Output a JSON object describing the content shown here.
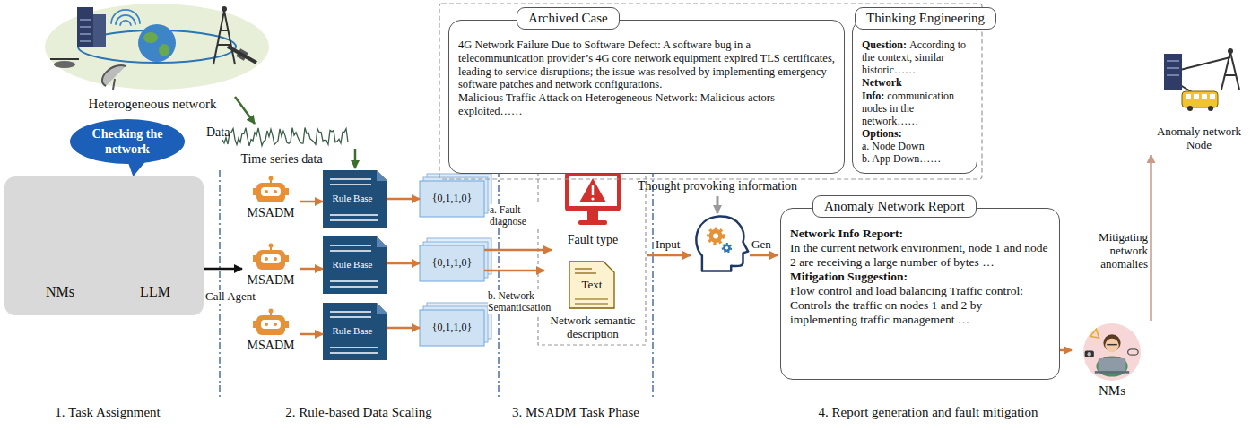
{
  "diagram": {
    "nodes": [
      {
        "text": [
          "Checking the network"
        ]
      },
      {
        "text": [
          "NMs",
          "LLM"
        ]
      },
      {
        "text": [
          "MSADM"
        ]
      },
      {
        "text": [
          "Rule Base"
        ]
      },
      {
        "text": [
          "{0,1,1,0}"
        ]
      },
      {
        "text": [
          "MSADM"
        ]
      },
      {
        "text": [
          "Rule Base"
        ]
      },
      {
        "text": [
          "{0,1,1,0}"
        ]
      },
      {
        "text": [
          "MSADM"
        ]
      },
      {
        "text": [
          "Rule Base"
        ]
      },
      {
        "text": [
          "{0,1,1,0}"
        ]
      },
      {
        "text": [
          "Fault type"
        ]
      },
      {
        "text": [
          "Text",
          "Network semantic description"
        ]
      },
      {
        "text": [
          "Archived Case",
          "4G Network Failure Due to Software Defect: A software bug in a telecommunication provider’s 4G core network equipment expired TLS certificates, leading to service disruptions; the issue was resolved by implementing emergency software patches and network configurations.",
          "Malicious Traffic Attack on Heterogeneous Network: Malicious actors exploited……"
        ]
      },
      {
        "text": [
          "Thinking Engineering",
          "Question:",
          "According to the context, similar historic……",
          "Network Info:",
          "communication nodes in the network……",
          "Options:",
          "a. Node Down",
          "b. App Down……"
        ]
      },
      {
        "text": [
          "Anomaly Network Report",
          "Network Info Report:",
          "In the current network environment, node 1 and node 2 are receiving a large number of bytes …",
          "Mitigation Suggestion:",
          "Flow control and load balancing Traffic control: Controls the traffic on nodes 1 and 2 by implementing traffic management …"
        ]
      },
      {
        "text": [
          "NMs"
        ]
      },
      {
        "text": [
          "Anomaly network Node"
        ]
      }
    ],
    "edges": [
      {
        "from": 1,
        "to": 5,
        "label": "Call Agent",
        "arrow": "to"
      },
      {
        "from": 2,
        "to": 3,
        "arrow": "to"
      },
      {
        "from": 3,
        "to": 4,
        "arrow": "to"
      },
      {
        "from": 5,
        "to": 6,
        "arrow": "to"
      },
      {
        "from": 6,
        "to": 7,
        "arrow": "to"
      },
      {
        "from": 8,
        "to": 9,
        "arrow": "to"
      },
      {
        "from": 9,
        "to": 10,
        "arrow": "to"
      },
      {
        "from": 7,
        "to": 11,
        "arrow": "to"
      },
      {
        "from": 7,
        "to": 12,
        "arrow": "to"
      },
      {
        "from": 15,
        "to": 16,
        "arrow": "to"
      },
      {
        "from": 16,
        "to": 17,
        "arrow": "to"
      }
    ],
    "labels": [
      "Heterogeneous network",
      "Data",
      "Time series data",
      "a. Fault diagnose",
      "b. Network Semanticsation",
      "Input",
      "Thought provoking information",
      "Gen",
      "Mitigating network anomalies",
      "1. Task Assignment",
      "2. Rule-based Data Scaling",
      "3. MSADM Task Phase",
      "4. Report generation and fault mitigation"
    ]
  }
}
